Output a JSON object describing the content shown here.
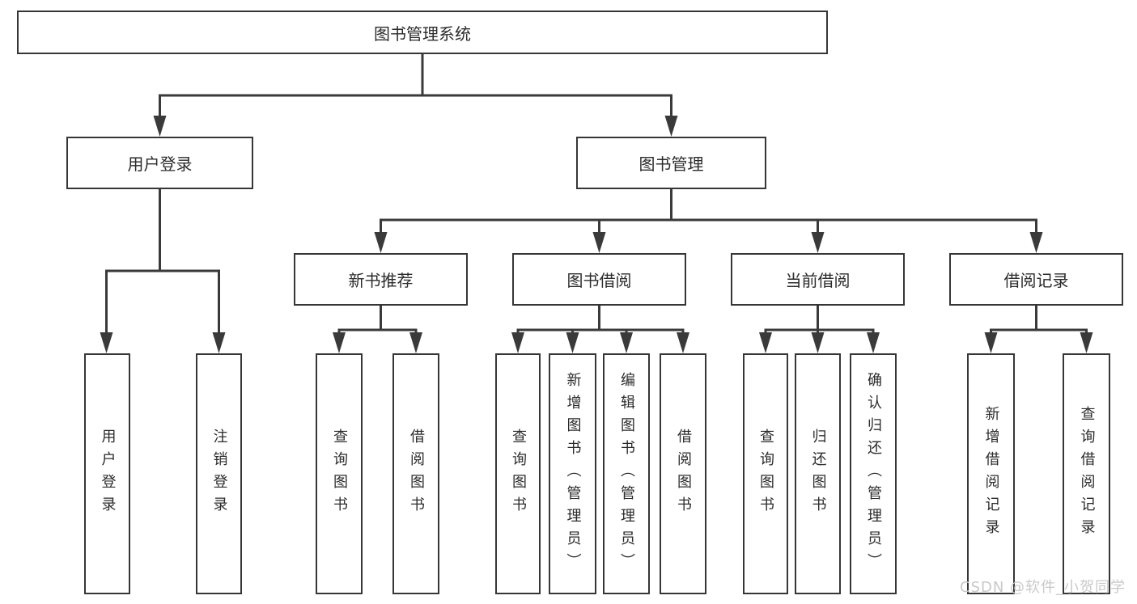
{
  "diagram": {
    "title": "图书管理系统",
    "root": {
      "label": "图书管理系统"
    },
    "level2": [
      {
        "label": "用户登录"
      },
      {
        "label": "图书管理"
      }
    ],
    "level3": [
      {
        "label": "新书推荐"
      },
      {
        "label": "图书借阅"
      },
      {
        "label": "当前借阅"
      },
      {
        "label": "借阅记录"
      }
    ],
    "leaves": [
      {
        "label": "用户登录"
      },
      {
        "label": "注销登录"
      },
      {
        "label": "查询图书"
      },
      {
        "label": "借阅图书"
      },
      {
        "label": "查询图书"
      },
      {
        "label": "新增图书（管理员）"
      },
      {
        "label": "编辑图书（管理员）"
      },
      {
        "label": "借阅图书"
      },
      {
        "label": "查询图书"
      },
      {
        "label": "归还图书"
      },
      {
        "label": "确认归还（管理员）"
      },
      {
        "label": "新增借阅记录"
      },
      {
        "label": "查询借阅记录"
      }
    ],
    "colors": {
      "line": "#3a3a3a",
      "border": "#363636",
      "text": "#2b2b2b",
      "background": "#ffffff"
    }
  },
  "watermark": {
    "text": "CSDN @软件_小贺同学",
    "color": "#c9c9c9"
  }
}
